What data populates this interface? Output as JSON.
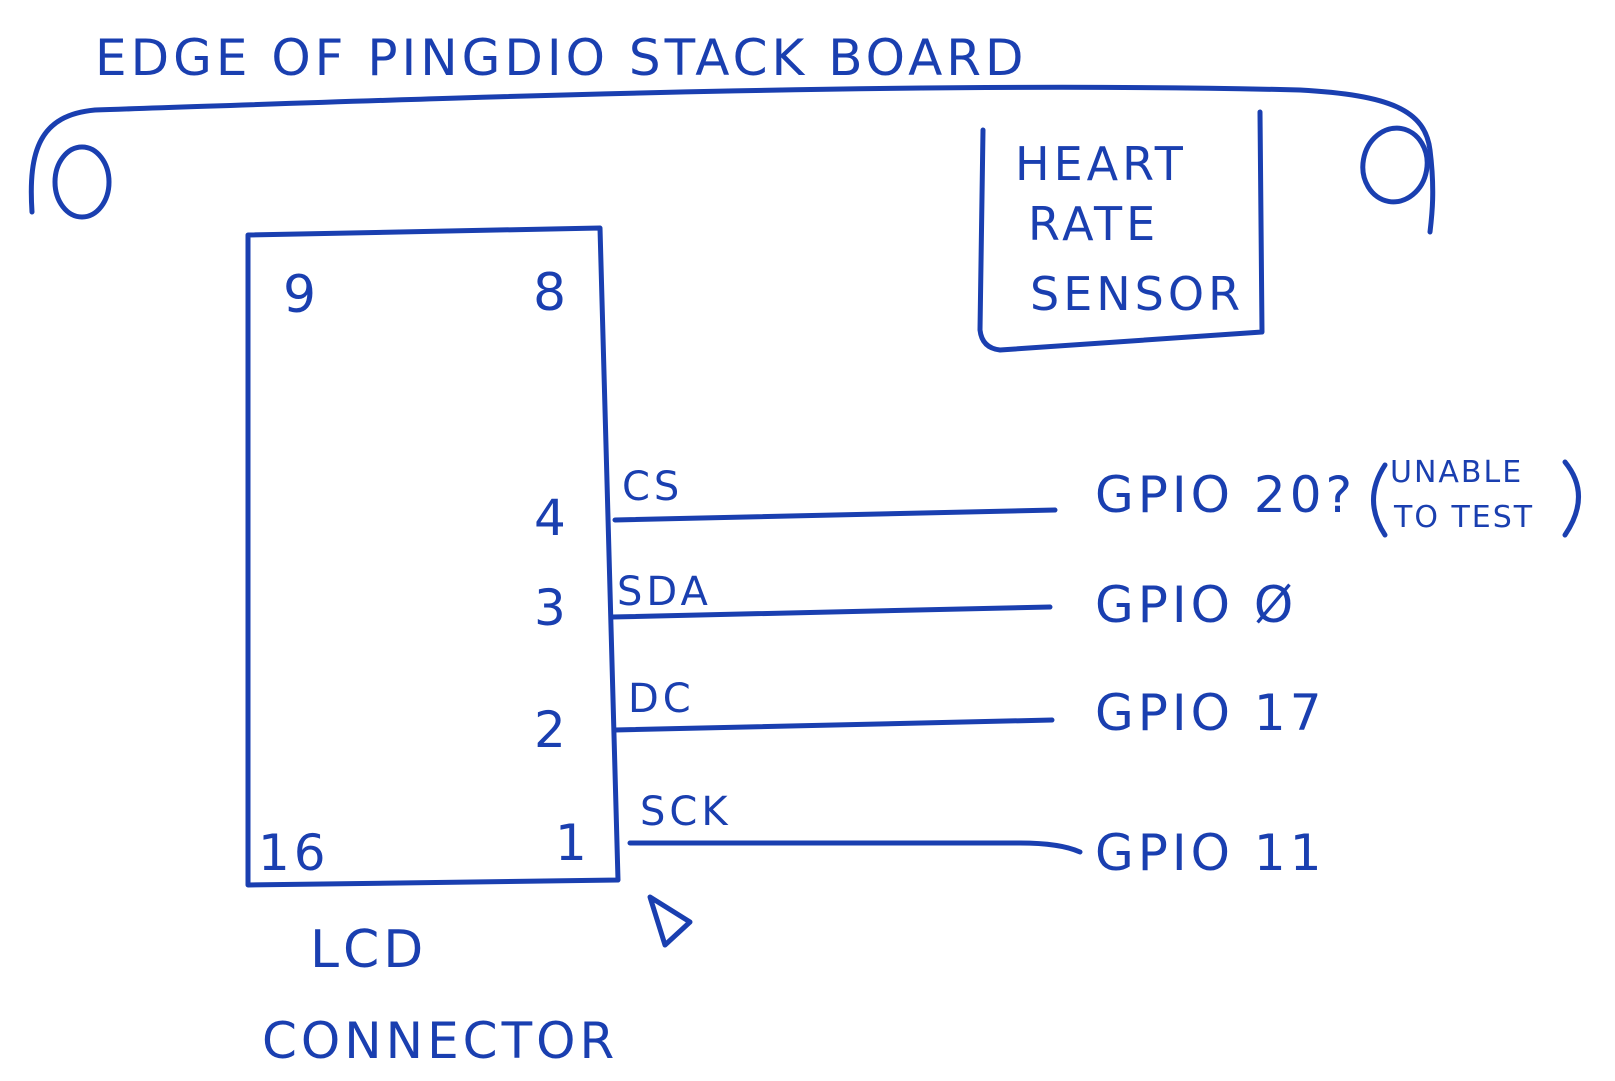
{
  "title": "EDGE OF PINGDIO STACK BOARD",
  "heart_rate_sensor": {
    "line1": "HEART",
    "line2": "RATE",
    "line3": "SENSOR"
  },
  "connector": {
    "label_line1": "LCD",
    "label_line2": "CONNECTOR",
    "pin_top_left": "9",
    "pin_top_right": "8",
    "pin_bottom_left": "16"
  },
  "connections": [
    {
      "pin": "4",
      "signal": "CS",
      "gpio": "GPIO 20?"
    },
    {
      "pin": "3",
      "signal": "SDA",
      "gpio": "GPIO Ø"
    },
    {
      "pin": "2",
      "signal": "DC",
      "gpio": "GPIO 17"
    },
    {
      "pin": "1",
      "signal": "SCK",
      "gpio": "GPIO 11"
    }
  ],
  "note": {
    "line1": "UNABLE",
    "line2": "TO TEST"
  },
  "colors": {
    "ink": "#1a3fb0",
    "paper": "#ffffff"
  }
}
